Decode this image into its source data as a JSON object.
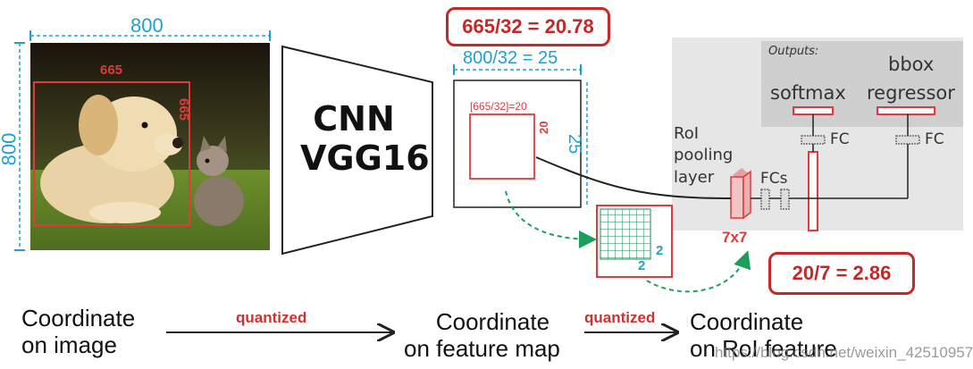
{
  "image_section": {
    "width_label": "800",
    "height_label": "800",
    "roi_width_label": "665",
    "roi_height_label": "665"
  },
  "network": {
    "line1": "CNN",
    "line2": "VGG16"
  },
  "feature_map": {
    "callout": "665/32 = 20.78",
    "width_label": "800/32 = 25",
    "height_label": "25",
    "roi_label": "[665/32]=20",
    "roi_side_label": "20",
    "grid_right_label": "2",
    "grid_bottom_label": "2"
  },
  "fast_rcnn": {
    "outputs_label": "Outputs:",
    "softmax_label": "softmax",
    "bbox_label_1": "bbox",
    "bbox_label_2": "regressor",
    "fc_label_1": "FC",
    "fc_label_2": "FC",
    "fcs_label": "FCs",
    "roi_pool_1": "RoI",
    "roi_pool_2": "pooling",
    "roi_pool_3": "layer",
    "pool_size": "7x7",
    "callout": "20/7 = 2.86"
  },
  "bottom": {
    "coord_image_1": "Coordinate",
    "coord_image_2": "on image",
    "quantized_1": "quantized",
    "coord_fmap_1": "Coordinate",
    "coord_fmap_2": "on feature map",
    "quantized_2": "quantized",
    "coord_roi_1": "Coordinate",
    "coord_roi_2": "on RoI feature",
    "watermark": "https://blog.csdn.net/weixin_42510957"
  }
}
